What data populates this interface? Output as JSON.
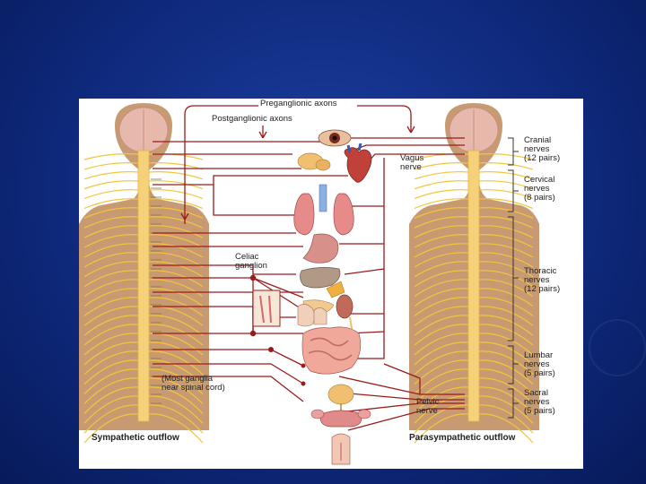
{
  "colors": {
    "slide_background": "#0f2a7e",
    "nerve_yellow": "#f2c53d",
    "axon_red": "#9b1b1b",
    "skin_tan": "#c89a72"
  },
  "figure": {
    "top_labels": {
      "preganglionic": "Preganglionic axons",
      "postganglionic": "Postganglionic axons"
    },
    "center_labels": {
      "vagus": "Vagus\nnerve",
      "celiac": "Celiac\nganglion",
      "most_ganglia": "(Most ganglia\nnear spinal cord)",
      "pelvic": "Pelvic\nnerve"
    },
    "nerve_groups": [
      {
        "label": "Cranial\nnerves\n(12 pairs)"
      },
      {
        "label": "Cervical\nnerves\n(8 pairs)"
      },
      {
        "label": "Thoracic\nnerves\n(12 pairs)"
      },
      {
        "label": "Lumbar\nnerves\n(5 pairs)"
      },
      {
        "label": "Sacral\nnerves\n(5 pairs)"
      }
    ],
    "captions": {
      "left": "Sympathetic outflow",
      "right": "Parasympathetic outflow"
    },
    "organ_icons": [
      "eye-icon",
      "salivary-gland-icon",
      "heart-icon",
      "lungs-icon",
      "stomach-icon",
      "liver-icon",
      "adrenal-gland-icon",
      "pancreas-icon",
      "kidney-icon",
      "intestine-icon",
      "bladder-icon",
      "reproductive-organs-icon"
    ]
  }
}
